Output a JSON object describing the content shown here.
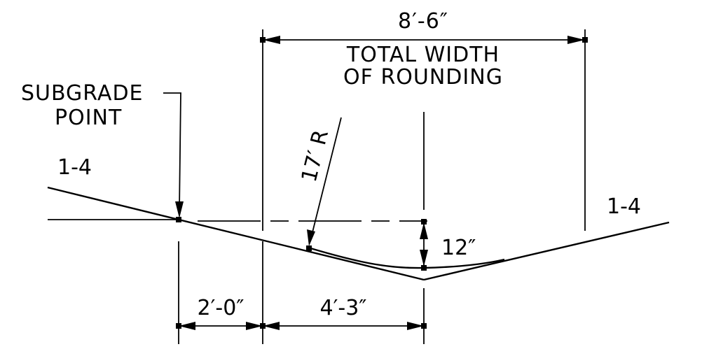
{
  "labels": {
    "total_width_dim": "8′-6″",
    "total_width_line1": "TOTAL WIDTH",
    "total_width_line2": "OF ROUNDING",
    "subgrade_line1": "SUBGRADE",
    "subgrade_line2": "POINT",
    "slope_left": "1-4",
    "slope_right": "1-4",
    "radius": "17′ R",
    "depth_dim": "12″",
    "left_offset_dim": "2′-0″",
    "half_width_dim": "4′-3″"
  }
}
